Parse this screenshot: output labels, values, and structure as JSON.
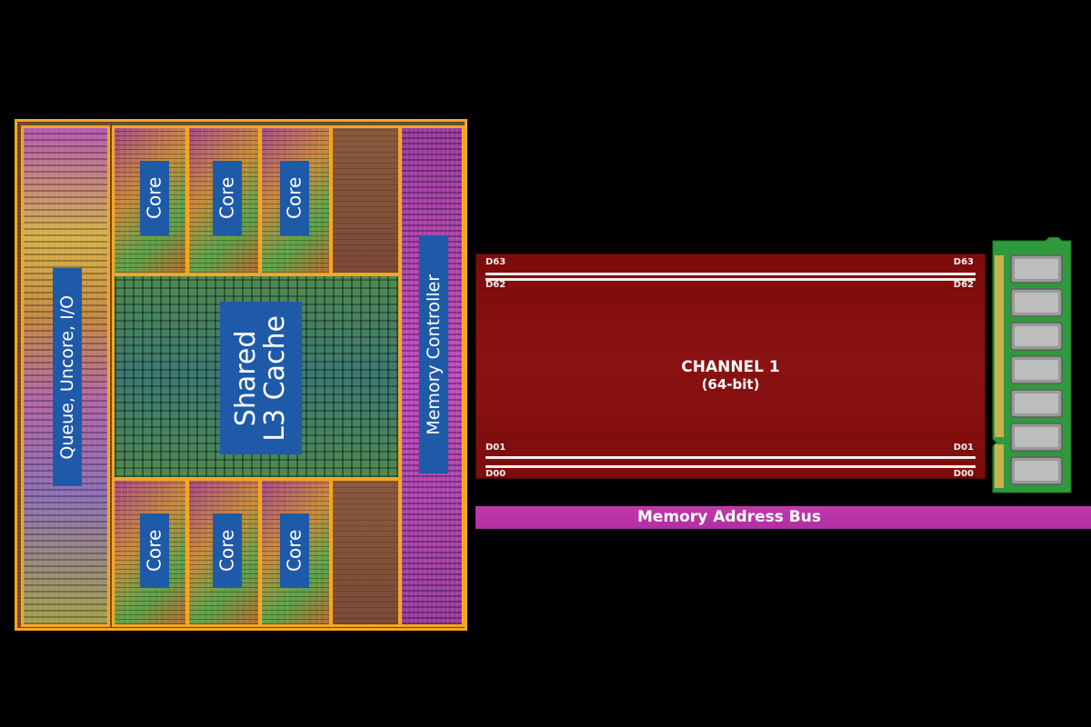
{
  "die": {
    "queue_label": "Queue, Uncore, I/O",
    "core_label": "Core",
    "l3_label": "Shared\nL3 Cache",
    "mc_label": "Memory Controller"
  },
  "channel": {
    "title": "CHANNEL 1",
    "subtitle": "(64-bit)",
    "line_labels": {
      "d63": "D63",
      "d62": "D62",
      "d01": "D01",
      "d00": "D00"
    }
  },
  "bus": {
    "label": "Memory Address Bus"
  },
  "colors": {
    "die_border": "#f5a623",
    "label_bg": "#1f5aa8",
    "channel_bg": "#8c1212",
    "bus_bg": "#c238ae",
    "pcb_green": "#2f9a3c"
  }
}
